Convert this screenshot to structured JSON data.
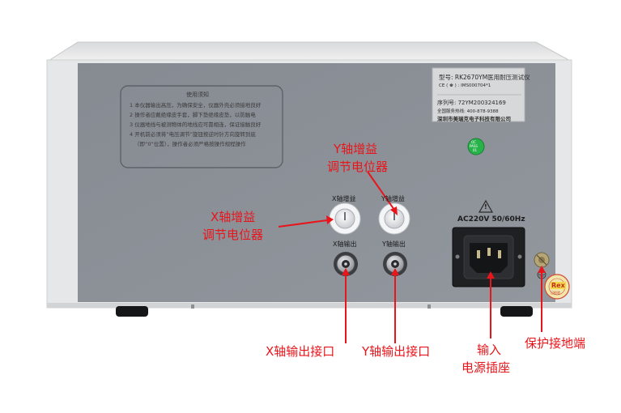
{
  "notice": {
    "title": "使用须知",
    "lines": [
      "1 本仪器输出高压，为确保安全，仪器外壳必须接地良好",
      "2 操作者应戴绝缘皮手套，脚下垫绝缘皮垫，以防触电",
      "3 仪器地线与被测物体的地线应可靠相连，保证接触良好",
      "4 开机前必须将“电压调节”旋钮按逆时针方向旋转到底",
      "（即“0”位置），操作者必须严格按操作规程操作"
    ]
  },
  "nameplate": {
    "model": "型号: RK2670YM医用耐压测试仪",
    "cert": "CE  ( ♚ ) : IMS000704*1",
    "serial": "序列号: 72YM200324169",
    "service": "全国服务热线: 400-878-9388",
    "company": "深圳市美瑞克电子科技有限公司"
  },
  "qc_sticker": {
    "line1": "QC",
    "line2": "PASS",
    "line3": "01"
  },
  "panel_labels": {
    "x_gain": "X轴增益",
    "y_gain": "Y轴增益",
    "x_out": "X轴输出",
    "y_out": "Y轴输出",
    "power_rating": "AC220V 50/60Hz",
    "warning_symbol": "!"
  },
  "seal": {
    "text": "Rex",
    "ring_text": "已检验"
  },
  "callouts": {
    "y_gain_pot": [
      "Y轴增益",
      "调节电位器"
    ],
    "x_gain_pot": [
      "X轴增益",
      "调节电位器"
    ],
    "x_output": "X轴输出接口",
    "y_output": "Y轴输出接口",
    "power_socket": [
      "输入",
      "电源插座"
    ],
    "ground": "保护接地端"
  },
  "colors": {
    "annotation": "#e8151b",
    "panel": "#8b9097",
    "chassis": "#e4e5e6"
  }
}
